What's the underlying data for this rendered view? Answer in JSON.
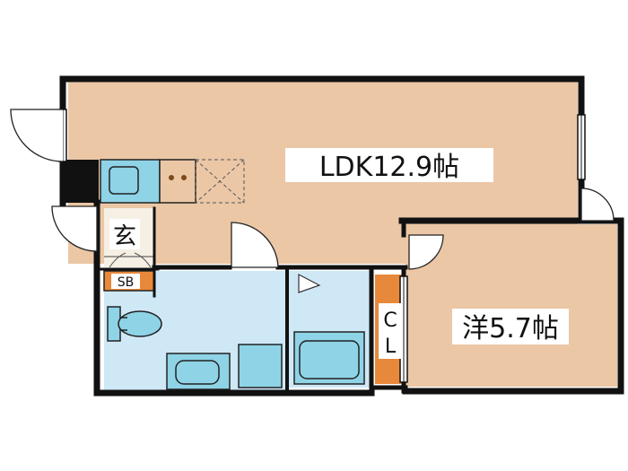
{
  "rooms": {
    "ldk": "LDK12.9帖",
    "western": "洋5.7帖",
    "entrance": "玄",
    "shoe_box": "SB",
    "closet_top": "C",
    "closet_bottom": "L"
  },
  "colors": {
    "wood_floor": "#ebc7a6",
    "wet_area": "#cfe8f6",
    "fixture": "#8fd3e6",
    "closet": "#e8883a",
    "wall": "#111111"
  }
}
